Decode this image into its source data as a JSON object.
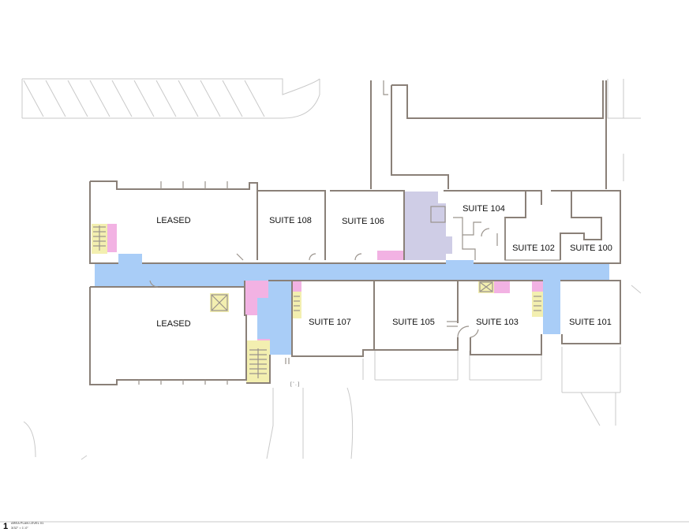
{
  "rooms": {
    "leased_north": "LEASED",
    "leased_south": "LEASED",
    "suite_108": "SUITE 108",
    "suite_106": "SUITE 106",
    "suite_104": "SUITE 104",
    "suite_102": "SUITE 102",
    "suite_100": "SUITE 100",
    "suite_107": "SUITE 107",
    "suite_105": "SUITE 105",
    "suite_103": "SUITE 103",
    "suite_101": "SUITE 101"
  },
  "title_block": {
    "number": "1",
    "title": "AREA PLAN LEVEL 01",
    "scale": "3/32\" = 1'-0\""
  },
  "annotations": {
    "bracket_note": "[ ' . ]"
  },
  "colors": {
    "corridor": "#a9cdf7",
    "core_pink": "#f2b2e3",
    "stair_yellow": "#f3efb0",
    "vacant_lavender": "#cfcde6",
    "wall": "#8a8078"
  }
}
